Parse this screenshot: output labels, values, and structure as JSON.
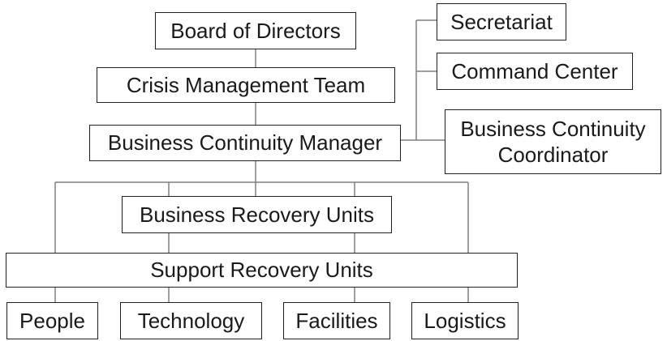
{
  "diagram": {
    "nodes": {
      "board": "Board of Directors",
      "crisis_team": "Crisis Management Team",
      "bc_manager": "Business Continuity Manager",
      "secretariat": "Secretariat",
      "command_center": "Command Center",
      "bc_coordinator_line1": "Business Continuity",
      "bc_coordinator_line2": "Coordinator",
      "business_recovery_units": "Business Recovery Units",
      "support_recovery_units": "Support Recovery Units",
      "people": "People",
      "technology": "Technology",
      "facilities": "Facilities",
      "logistics": "Logistics"
    },
    "colors": {
      "line": "#7f7f7f",
      "border": "#1f1f1f",
      "text": "#1a1a1a"
    }
  }
}
